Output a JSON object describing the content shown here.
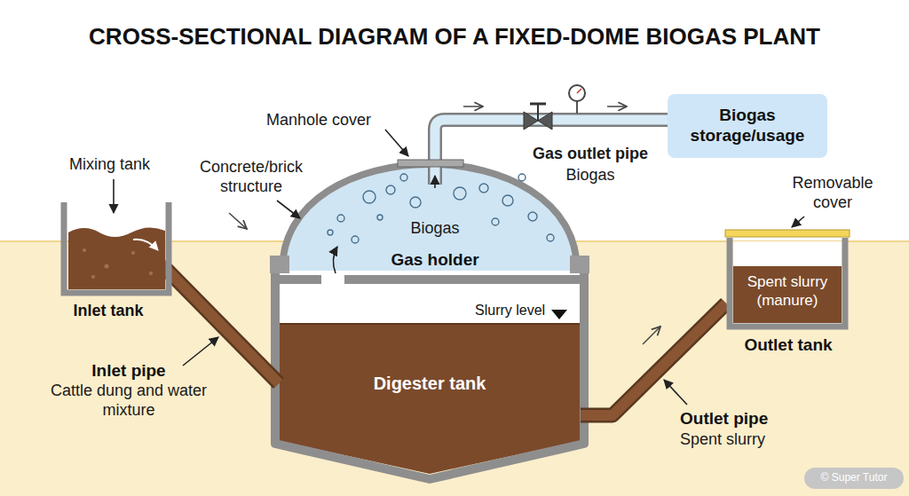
{
  "diagram": {
    "title": "CROSS-SECTIONAL DIAGRAM OF A FIXED-DOME BIOGAS PLANT",
    "nodes": [
      {
        "text": [
          "Biogas storage/usage"
        ]
      }
    ],
    "labels": [
      "Manhole cover",
      "Mixing tank",
      "Concrete/brick structure",
      "Gas outlet pipe",
      "Biogas",
      "Removable cover",
      "Biogas",
      "Gas holder",
      "Inlet tank",
      "Spent slurry (manure)",
      "Slurry level",
      "Outlet tank",
      "Inlet pipe",
      "Cattle dung and water mixture",
      "Digester tank",
      "Outlet pipe",
      "Spent slurry",
      "© Super Tutor"
    ]
  }
}
